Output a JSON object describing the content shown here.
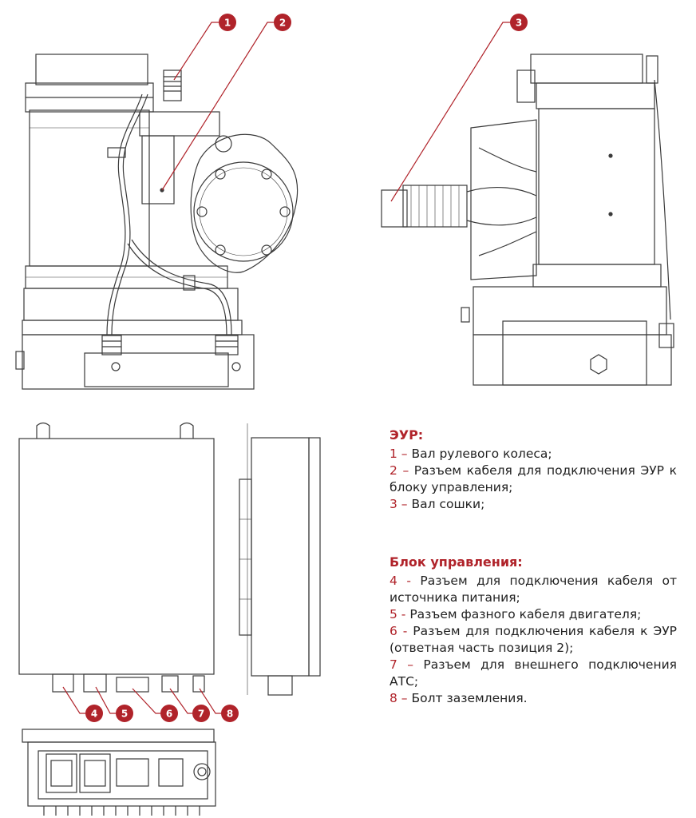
{
  "colors": {
    "accent": "#b0232a",
    "line": "#3a3a3a",
    "text": "#222222"
  },
  "callouts": [
    "1",
    "2",
    "3",
    "4",
    "5",
    "6",
    "7",
    "8"
  ],
  "legend": {
    "eur": {
      "heading": "ЭУР:",
      "items": [
        {
          "num": "1",
          "sep": " – ",
          "text": "Вал рулевого колеса;"
        },
        {
          "num": "2",
          "sep": " – ",
          "text": "Разъем кабеля для подключения ЭУР к блоку управления;"
        },
        {
          "num": "3",
          "sep": " – ",
          "text": "Вал сошки;"
        }
      ]
    },
    "control": {
      "heading": "Блок управления:",
      "items": [
        {
          "num": "4",
          "sep": " - ",
          "text": "Разъем для подключения кабеля от источника питания;"
        },
        {
          "num": "5",
          "sep": " - ",
          "text": "Разъем фазного кабеля двигателя;"
        },
        {
          "num": "6",
          "sep": " - ",
          "text": "Разъем для подключения кабеля к ЭУР (ответная часть позиция 2);"
        },
        {
          "num": "7",
          "sep": " – ",
          "text": "Разъем для внешнего подключения АТС;"
        },
        {
          "num": "8",
          "sep": " – ",
          "text": "Болт заземления."
        }
      ]
    }
  }
}
